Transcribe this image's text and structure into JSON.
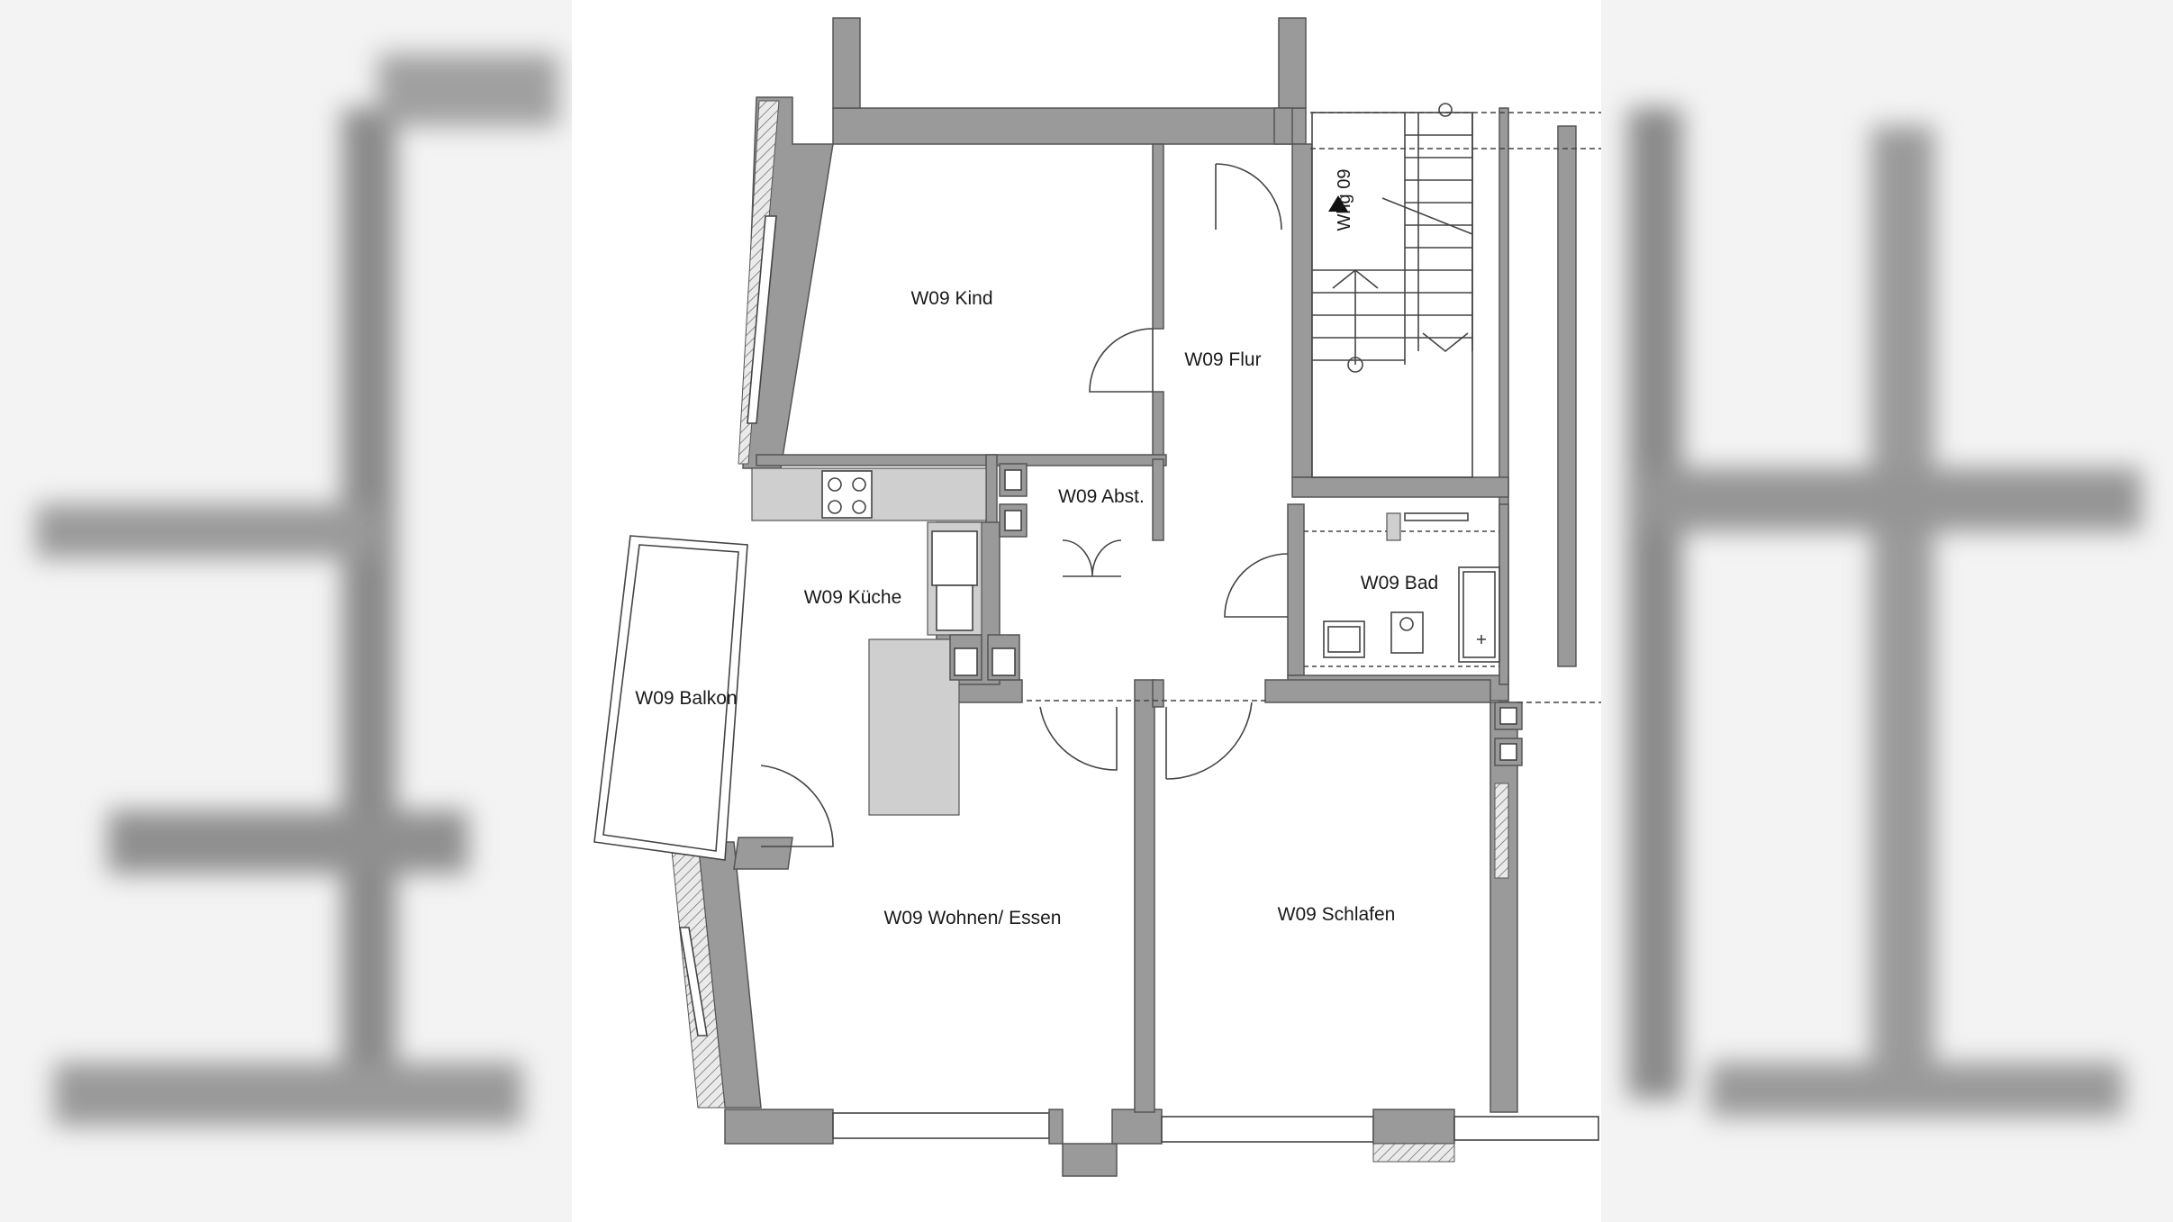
{
  "apartment_marker": "Whg 09",
  "rooms": {
    "kind": "W09 Kind",
    "flur": "W09 Flur",
    "abst": "W09 Abst.",
    "kueche": "W09 Küche",
    "bad": "W09 Bad",
    "balkon": "W09 Balkon",
    "wohnen": "W09 Wohnen/ Essen",
    "schlafen": "W09 Schlafen"
  },
  "colors": {
    "wall": "#9a9a9a",
    "line": "#444444",
    "background": "#ffffff"
  }
}
